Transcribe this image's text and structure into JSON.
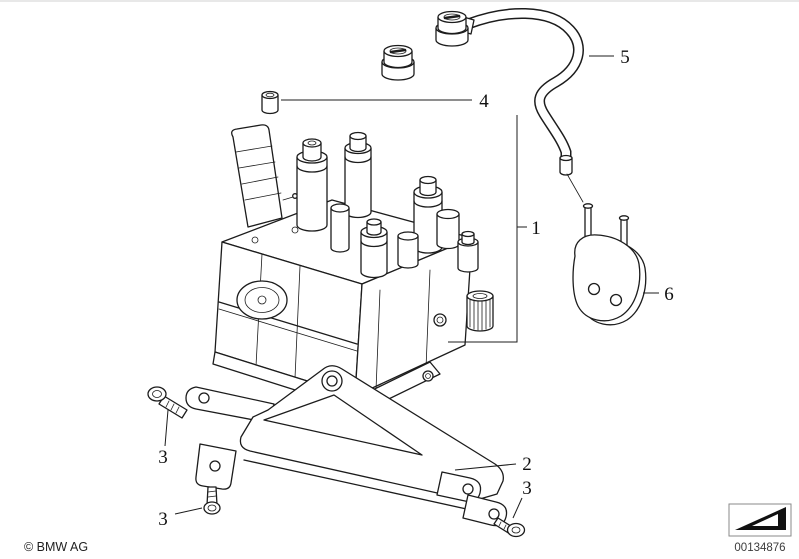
{
  "colors": {
    "background": "#ffffff",
    "line": "#1c1c1c",
    "footer_number": "#3c3c3c"
  },
  "callouts": [
    {
      "label": "1"
    },
    {
      "label": "2"
    },
    {
      "label": "3"
    },
    {
      "label": "3"
    },
    {
      "label": "3"
    },
    {
      "label": "4"
    },
    {
      "label": "5"
    },
    {
      "label": "6"
    }
  ],
  "footer": {
    "copyright": "© BMW AG",
    "image_number": "00134876"
  },
  "icons": {
    "nav_arrow": "page-navigation-arrow"
  }
}
